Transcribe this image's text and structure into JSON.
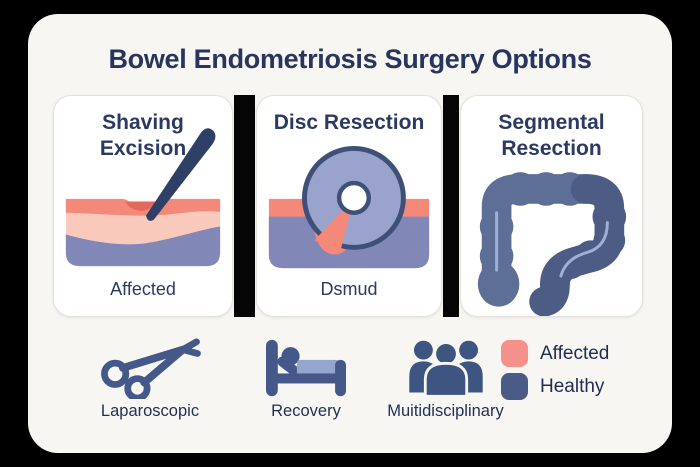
{
  "title": "Bowel Endometriosis Surgery Options",
  "panels": [
    {
      "title": "Shaving Excision",
      "caption": "Affected",
      "illustration": "tissue-layers-with-scalpel"
    },
    {
      "title": "Disc Resection",
      "caption": "Dsmud",
      "illustration": "tissue-layers-with-disc"
    },
    {
      "title": "Segmental Resection",
      "caption": "",
      "illustration": "colon"
    }
  ],
  "footer": {
    "items": [
      {
        "icon": "laparoscopic-instrument-icon",
        "label": "Laparoscopic"
      },
      {
        "icon": "hospital-bed-icon",
        "label": "Recovery"
      },
      {
        "icon": "people-group-icon",
        "label": "Muitidisciplinary"
      }
    ],
    "legend": [
      {
        "label": "Affected",
        "color": "#F5918A"
      },
      {
        "label": "Healthy",
        "color": "#4A5B85"
      }
    ]
  },
  "colors": {
    "outer_background": "#000000",
    "card_background": "#F8F6F2",
    "panel_background": "#FFFFFF",
    "heading_text": "#28355F",
    "tissue_top": "#F4897A",
    "tissue_mid": "#F9C9BC",
    "tissue_deep": "#8188B8",
    "lesion_spot": "#E2695E",
    "scalpel": "#2F4066",
    "disc_fill": "#9AA3CB",
    "disc_outline": "#3E5077",
    "colon_light": "#5D6E97",
    "colon_dark": "#4C5C85",
    "icon_blue": "#44598A",
    "blanket_blue": "#93A6CE"
  }
}
